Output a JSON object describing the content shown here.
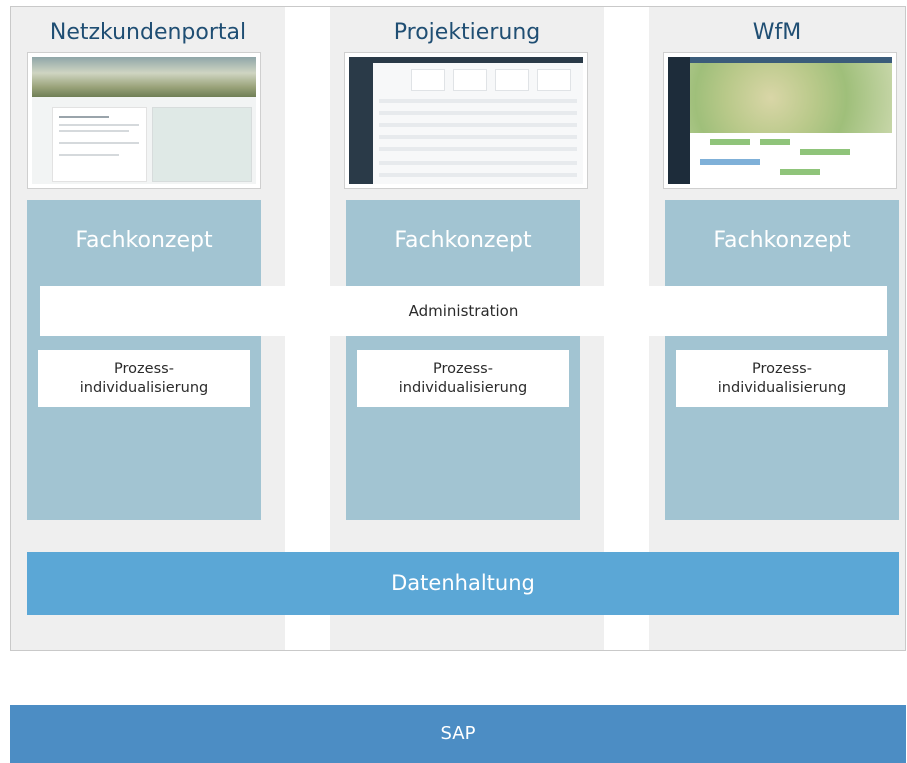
{
  "columns": [
    {
      "title": "Netzkundenportal",
      "fachkonzept": "Fachkonzept",
      "prozess_line1": "Prozess-",
      "prozess_line2": "individualisierung",
      "screenshot": "portal-screenshot"
    },
    {
      "title": "Projektierung",
      "fachkonzept": "Fachkonzept",
      "prozess_line1": "Prozess-",
      "prozess_line2": "individualisierung",
      "screenshot": "dashboard-screenshot"
    },
    {
      "title": "WfM",
      "fachkonzept": "Fachkonzept",
      "prozess_line1": "Prozess-",
      "prozess_line2": "individualisierung",
      "screenshot": "map-screenshot"
    }
  ],
  "administration": "Administration",
  "datenhaltung": "Datenhaltung",
  "sap": "SAP",
  "colors": {
    "title": "#1f4e73",
    "fachkonzept": "#a2c4d2",
    "datenhaltung": "#5ba7d6",
    "sap": "#4c8dc4",
    "column_background": "#efefef"
  }
}
